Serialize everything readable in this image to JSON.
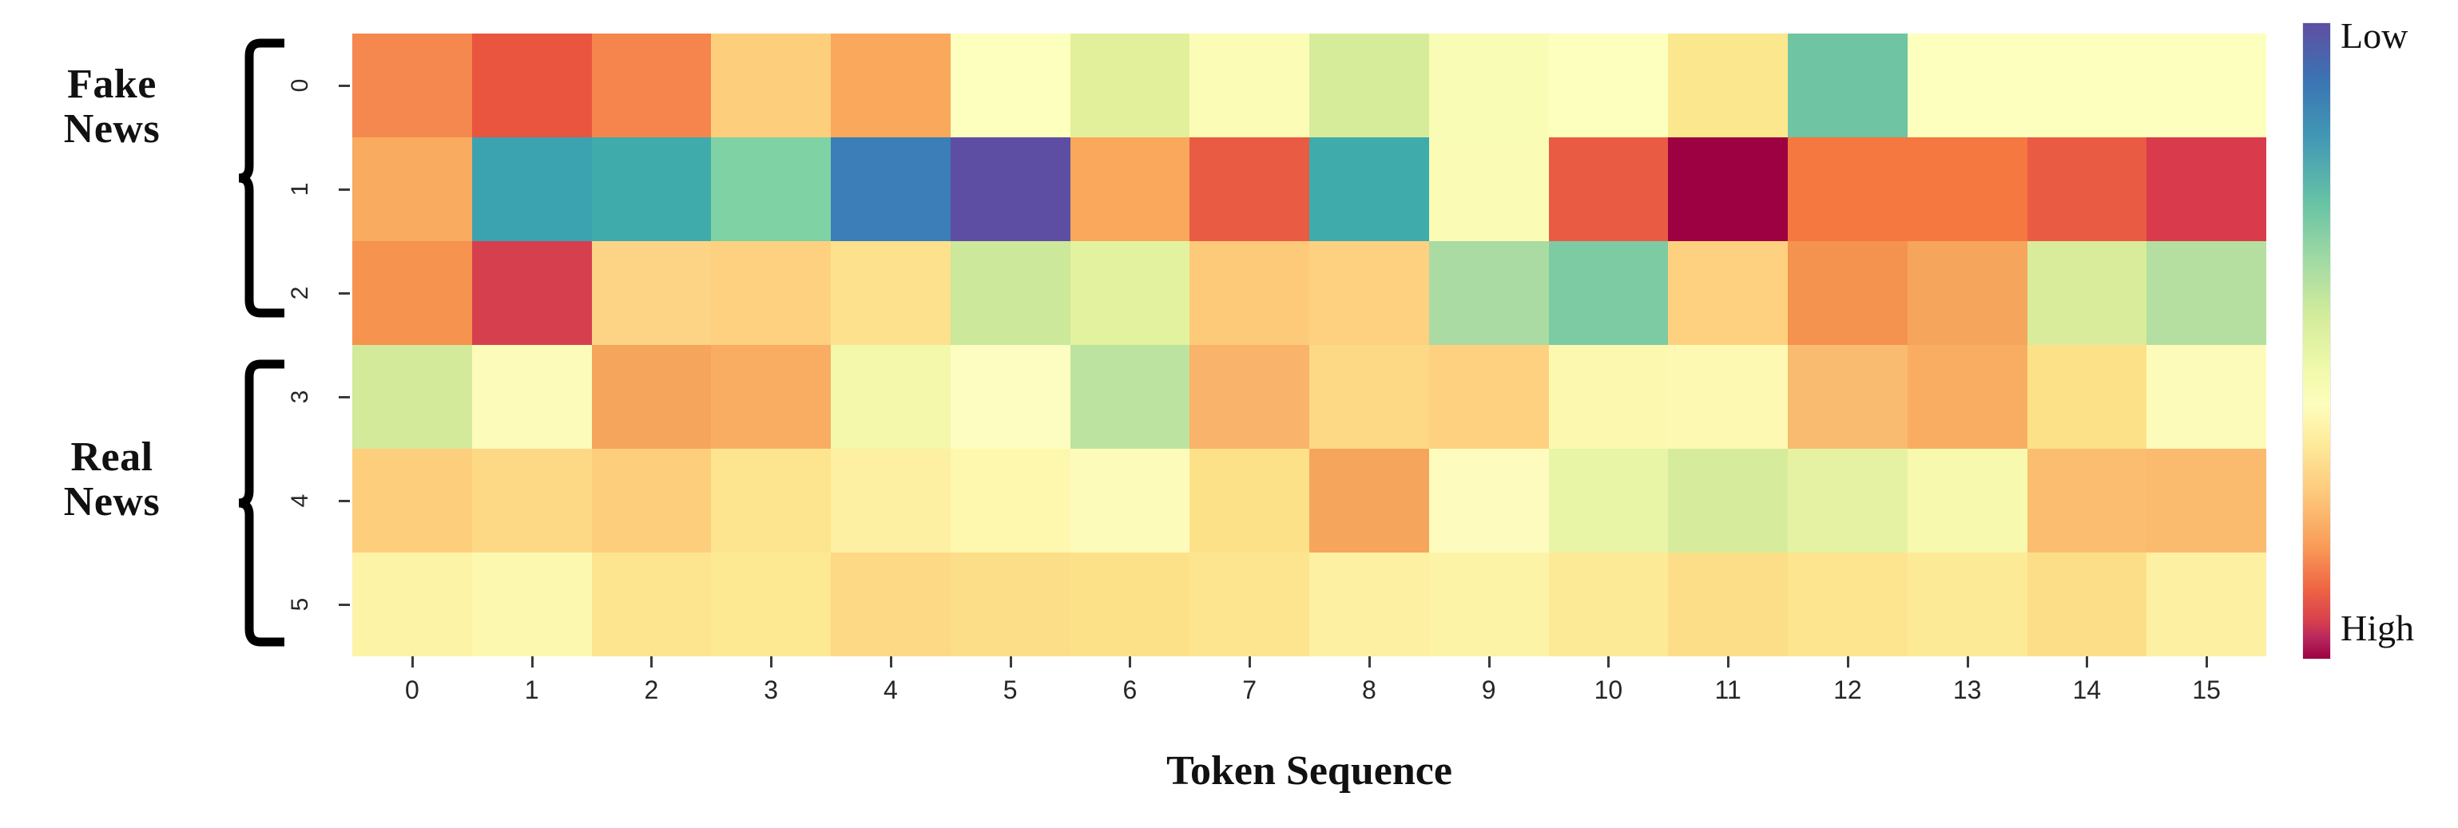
{
  "figure": {
    "xlabel": "Token Sequence",
    "group_labels": [
      {
        "id": "fake",
        "text": "Fake\nNews",
        "line1": "Fake",
        "line2": "News"
      },
      {
        "id": "real",
        "text": "Real\nNews",
        "line1": "Real",
        "line2": "News"
      }
    ],
    "colorbar": {
      "top_label": "Low",
      "bottom_label": "High"
    }
  },
  "chart_data": {
    "type": "heatmap",
    "title": "",
    "xlabel": "Token Sequence",
    "ylabel": "",
    "x_tick_labels": [
      "0",
      "1",
      "2",
      "3",
      "4",
      "5",
      "6",
      "7",
      "8",
      "9",
      "10",
      "11",
      "12",
      "13",
      "14",
      "15"
    ],
    "y_tick_labels": [
      "0",
      "1",
      "2",
      "3",
      "4",
      "5"
    ],
    "row_groups": [
      {
        "label": "Fake News",
        "rows": [
          "0",
          "1",
          "2"
        ]
      },
      {
        "label": "Real News",
        "rows": [
          "3",
          "4",
          "5"
        ]
      }
    ],
    "colormap": "Spectral_r",
    "colorbar": {
      "position": "right",
      "min_label": "Low",
      "max_label": "High",
      "orientation": "vertical",
      "low_at": "top",
      "high_at": "bottom"
    },
    "grid": false,
    "legend": "colorbar-right",
    "value_range": [
      0,
      1
    ],
    "cell_colors": [
      [
        "#f4884f",
        "#e9553f",
        "#f5854c",
        "#fdcf7c",
        "#f9a85c",
        "#fcffbe",
        "#e2f09b",
        "#fbfcb6",
        "#d7ec9a",
        "#f9fcb4",
        "#fcffbe",
        "#fbe78e",
        "#6ec4a3",
        "#fcffbe",
        "#fcffbe",
        "#fcffbe"
      ],
      [
        "#f9ab5f",
        "#3ba3b0",
        "#3fabab",
        "#7fd2a4",
        "#3b7eb8",
        "#5e4ea3",
        "#f9a85c",
        "#ea5b43",
        "#3fabab",
        "#fafcb6",
        "#ea5b43",
        "#9e0142",
        "#f4783f",
        "#f4783f",
        "#ea5b43",
        "#d93a4c"
      ],
      [
        "#f5934f",
        "#d6404e",
        "#fdd385",
        "#fdd17f",
        "#fde18c",
        "#cbe89b",
        "#e3f29e",
        "#fdca7a",
        "#fdd17f",
        "#aadba2",
        "#7ccba3",
        "#fdd17f",
        "#f4934f",
        "#f6a55c",
        "#d8ec9b",
        "#b4dfa0"
      ],
      [
        "#d3ea9b",
        "#fdfbba",
        "#f6a55c",
        "#f8ad62",
        "#f3f8ab",
        "#fdfdc2",
        "#bce3a0",
        "#f9b36a",
        "#fdd985",
        "#fdd17f",
        "#fcf8b0",
        "#fdf9b3",
        "#f9bb6f",
        "#f8ad62",
        "#fde189",
        "#fdfbba"
      ],
      [
        "#fdcf7c",
        "#fdd985",
        "#fdcf7c",
        "#fde58f",
        "#fdf0a2",
        "#fdf8ae",
        "#fdfbba",
        "#fde189",
        "#f6a55c",
        "#fdfcbe",
        "#e8f4a6",
        "#d6ec9c",
        "#e6f2a3",
        "#f6f9ae",
        "#fbbe70",
        "#fabb6e"
      ],
      [
        "#fdf3a7",
        "#fdf8b0",
        "#fde58f",
        "#fde992",
        "#fdd985",
        "#fdde88",
        "#fde189",
        "#fde58f",
        "#fdf0a2",
        "#fdf3a7",
        "#fdea97",
        "#fdde88",
        "#fde58f",
        "#fdea97",
        "#fdde88",
        "#fdf0a2"
      ]
    ]
  }
}
